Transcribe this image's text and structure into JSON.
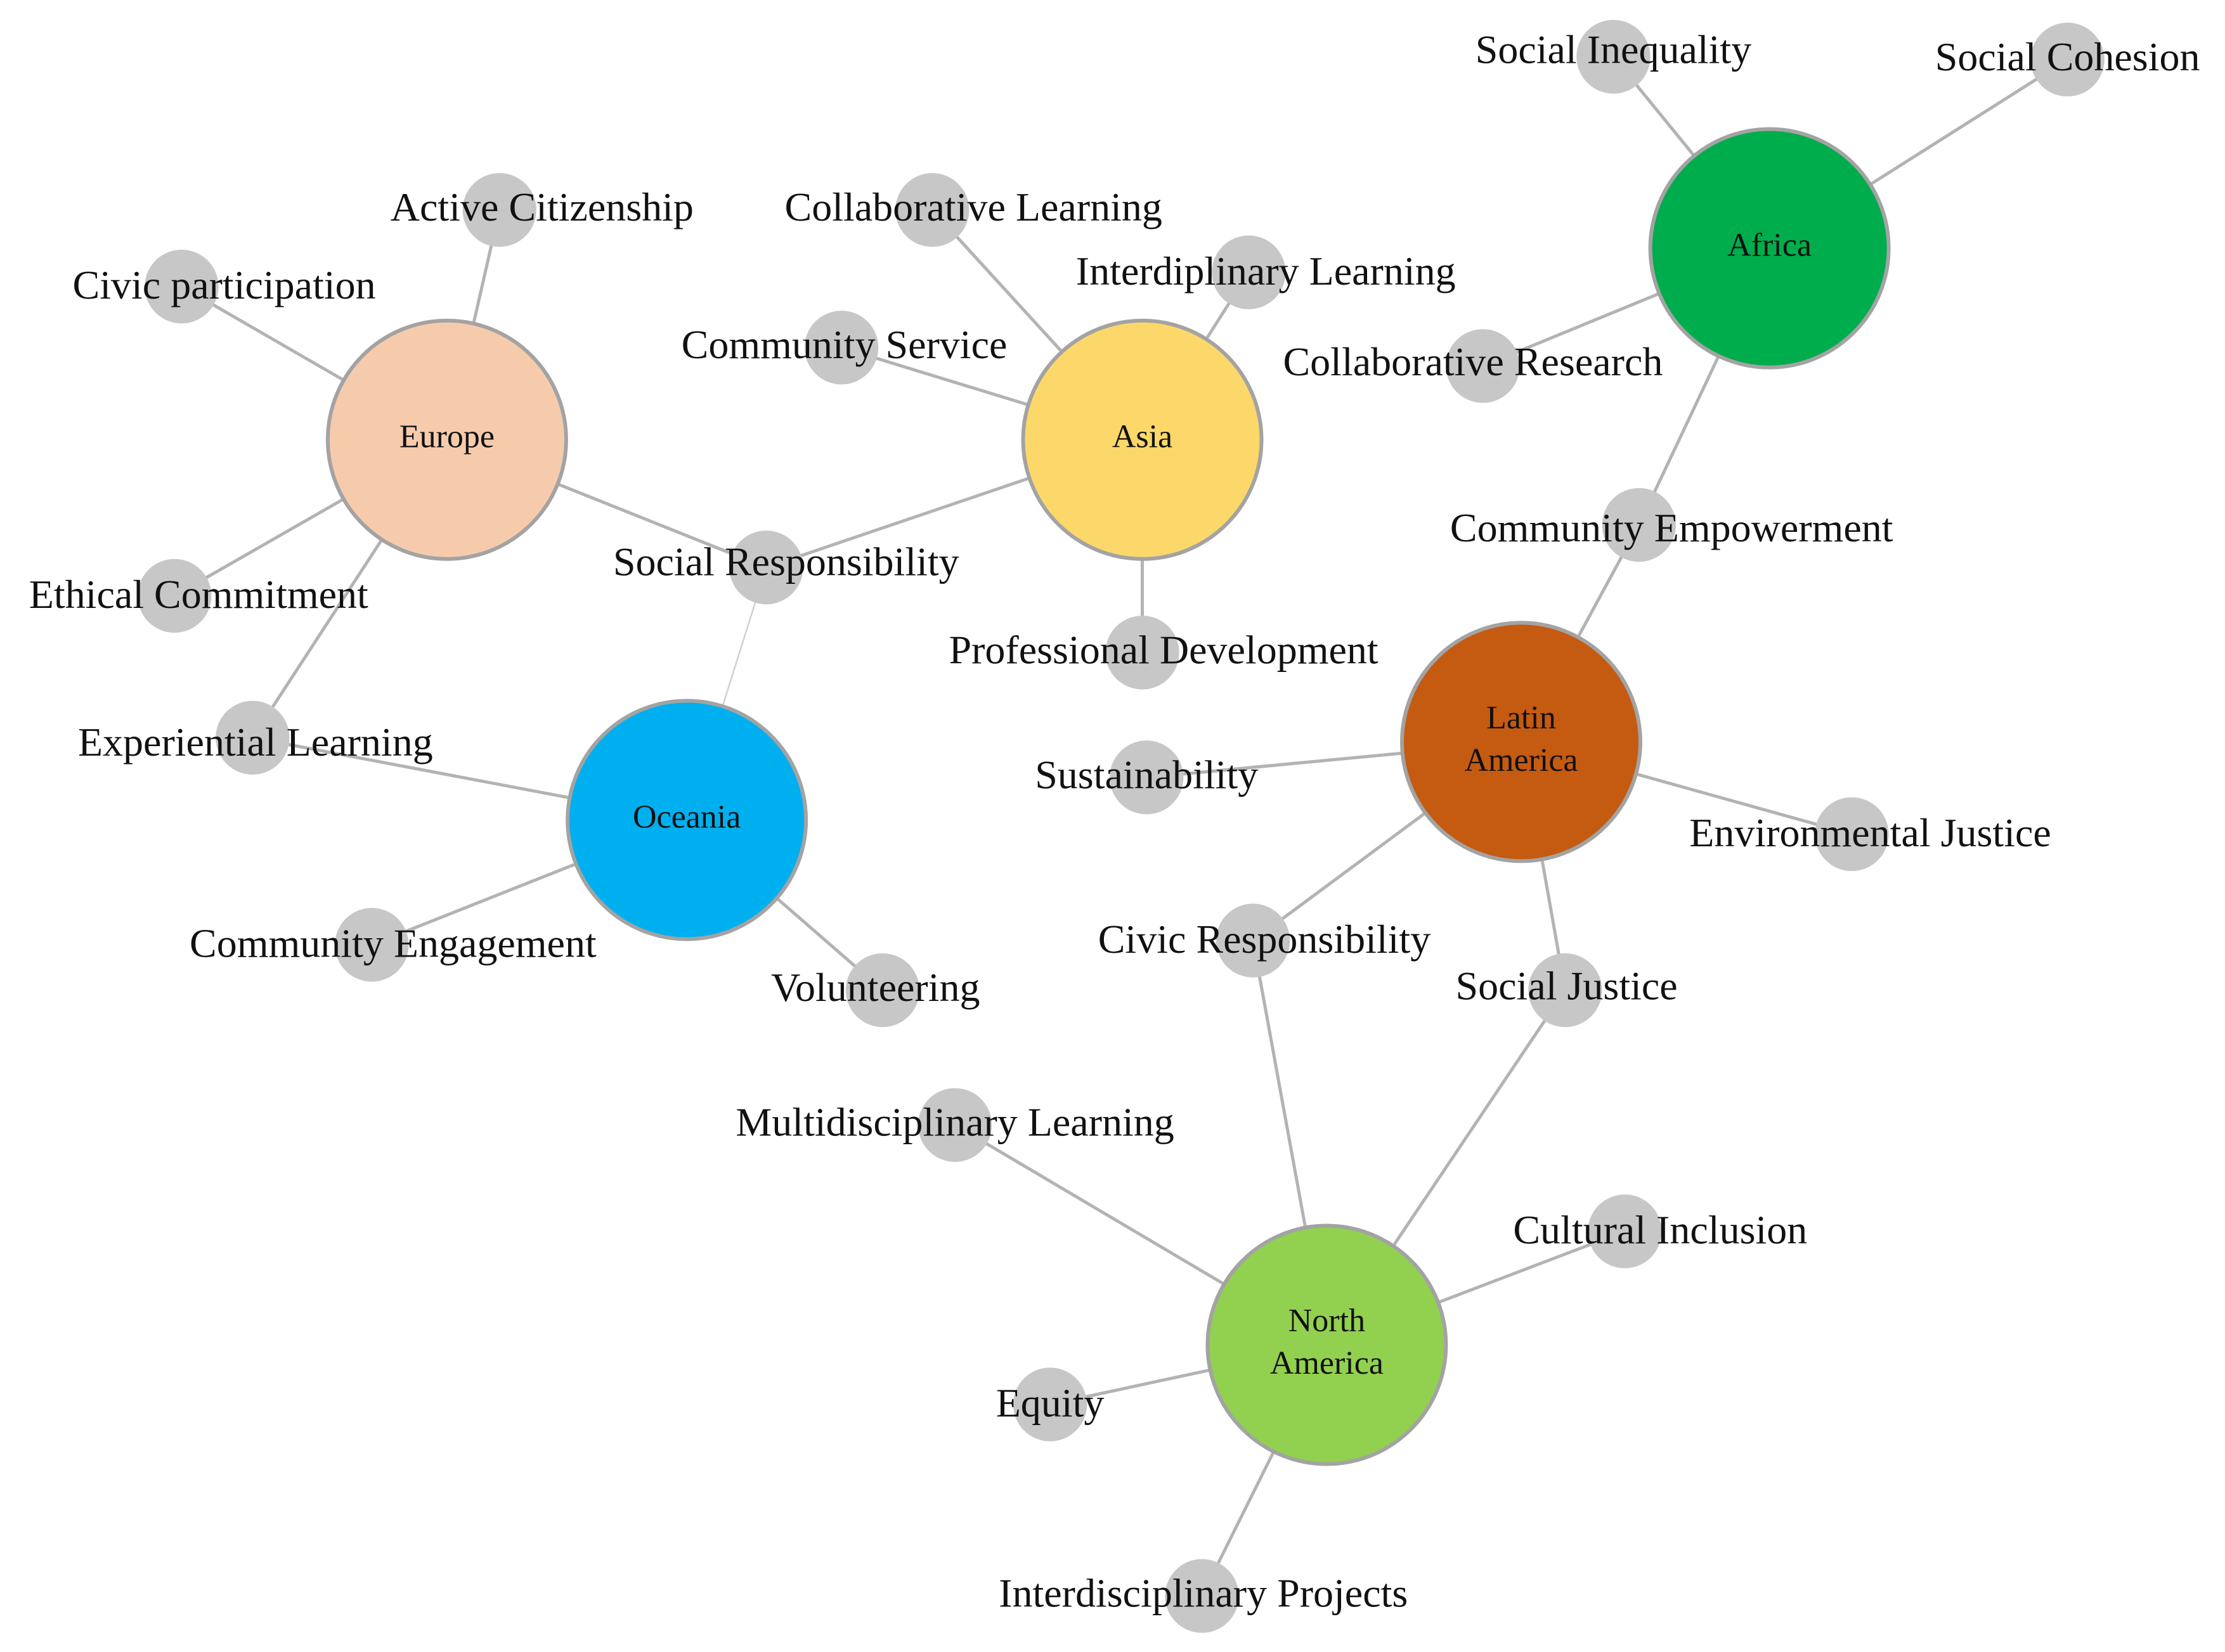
{
  "regions": [
    {
      "id": "europe",
      "lines": [
        "Europe"
      ],
      "color": "#F6CBAC"
    },
    {
      "id": "asia",
      "lines": [
        "Asia"
      ],
      "color": "#FCD86A"
    },
    {
      "id": "africa",
      "lines": [
        "Africa"
      ],
      "color": "#00AD4C"
    },
    {
      "id": "oceania",
      "lines": [
        "Oceania"
      ],
      "color": "#00AFEF"
    },
    {
      "id": "latin_america",
      "lines": [
        "Latin",
        "America"
      ],
      "color": "#C55A11"
    },
    {
      "id": "north_america",
      "lines": [
        "North",
        "America"
      ],
      "color": "#92D050"
    }
  ],
  "topics": [
    {
      "id": "active_citizenship",
      "label": "Active Citizenship"
    },
    {
      "id": "civic_participation",
      "label": "Civic participation"
    },
    {
      "id": "ethical_commitment",
      "label": "Ethical Commitment"
    },
    {
      "id": "experiential_learning",
      "label": "Experiential Learning"
    },
    {
      "id": "social_responsibility",
      "label": "Social Responsibility"
    },
    {
      "id": "collaborative_learning",
      "label": "Collaborative Learning"
    },
    {
      "id": "interdiplinary_learning",
      "label": "Interdiplinary Learning"
    },
    {
      "id": "community_service",
      "label": "Community Service"
    },
    {
      "id": "professional_development",
      "label": "Professional Development"
    },
    {
      "id": "social_inequality",
      "label": "Social Inequality"
    },
    {
      "id": "social_cohesion",
      "label": "Social Cohesion"
    },
    {
      "id": "collaborative_research",
      "label": "Collaborative Research"
    },
    {
      "id": "community_empowerment",
      "label": "Community Empowerment"
    },
    {
      "id": "community_engagement",
      "label": "Community Engagement"
    },
    {
      "id": "volunteering",
      "label": "Volunteering"
    },
    {
      "id": "sustainability",
      "label": "Sustainability"
    },
    {
      "id": "environmental_justice",
      "label": "Environmental Justice"
    },
    {
      "id": "civic_responsibility",
      "label": "Civic Responsibility"
    },
    {
      "id": "social_justice",
      "label": "Social Justice"
    },
    {
      "id": "multidisciplinary_learning",
      "label": "Multidisciplinary Learning"
    },
    {
      "id": "cultural_inclusion",
      "label": "Cultural Inclusion"
    },
    {
      "id": "equity",
      "label": "Equity"
    },
    {
      "id": "interdisciplinary_projects",
      "label": "Interdisciplinary Projects"
    }
  ],
  "edges": [
    [
      "europe",
      "active_citizenship"
    ],
    [
      "europe",
      "civic_participation"
    ],
    [
      "europe",
      "ethical_commitment"
    ],
    [
      "europe",
      "experiential_learning"
    ],
    [
      "europe",
      "social_responsibility"
    ],
    [
      "asia",
      "social_responsibility"
    ],
    [
      "asia",
      "collaborative_learning"
    ],
    [
      "asia",
      "interdiplinary_learning"
    ],
    [
      "asia",
      "community_service"
    ],
    [
      "asia",
      "professional_development"
    ],
    [
      "africa",
      "social_inequality"
    ],
    [
      "africa",
      "social_cohesion"
    ],
    [
      "africa",
      "collaborative_research"
    ],
    [
      "africa",
      "community_empowerment"
    ],
    [
      "oceania",
      "experiential_learning"
    ],
    [
      "oceania",
      "community_engagement"
    ],
    [
      "oceania",
      "volunteering"
    ],
    [
      "oceania",
      "social_responsibility"
    ],
    [
      "latin_america",
      "community_empowerment"
    ],
    [
      "latin_america",
      "sustainability"
    ],
    [
      "latin_america",
      "environmental_justice"
    ],
    [
      "latin_america",
      "civic_responsibility"
    ],
    [
      "latin_america",
      "social_justice"
    ],
    [
      "north_america",
      "civic_responsibility"
    ],
    [
      "north_america",
      "social_justice"
    ],
    [
      "north_america",
      "multidisciplinary_learning"
    ],
    [
      "north_america",
      "cultural_inclusion"
    ],
    [
      "north_america",
      "equity"
    ],
    [
      "north_america",
      "interdisciplinary_projects"
    ]
  ],
  "weak_edges": [
    [
      "oceania",
      "social_responsibility"
    ]
  ]
}
